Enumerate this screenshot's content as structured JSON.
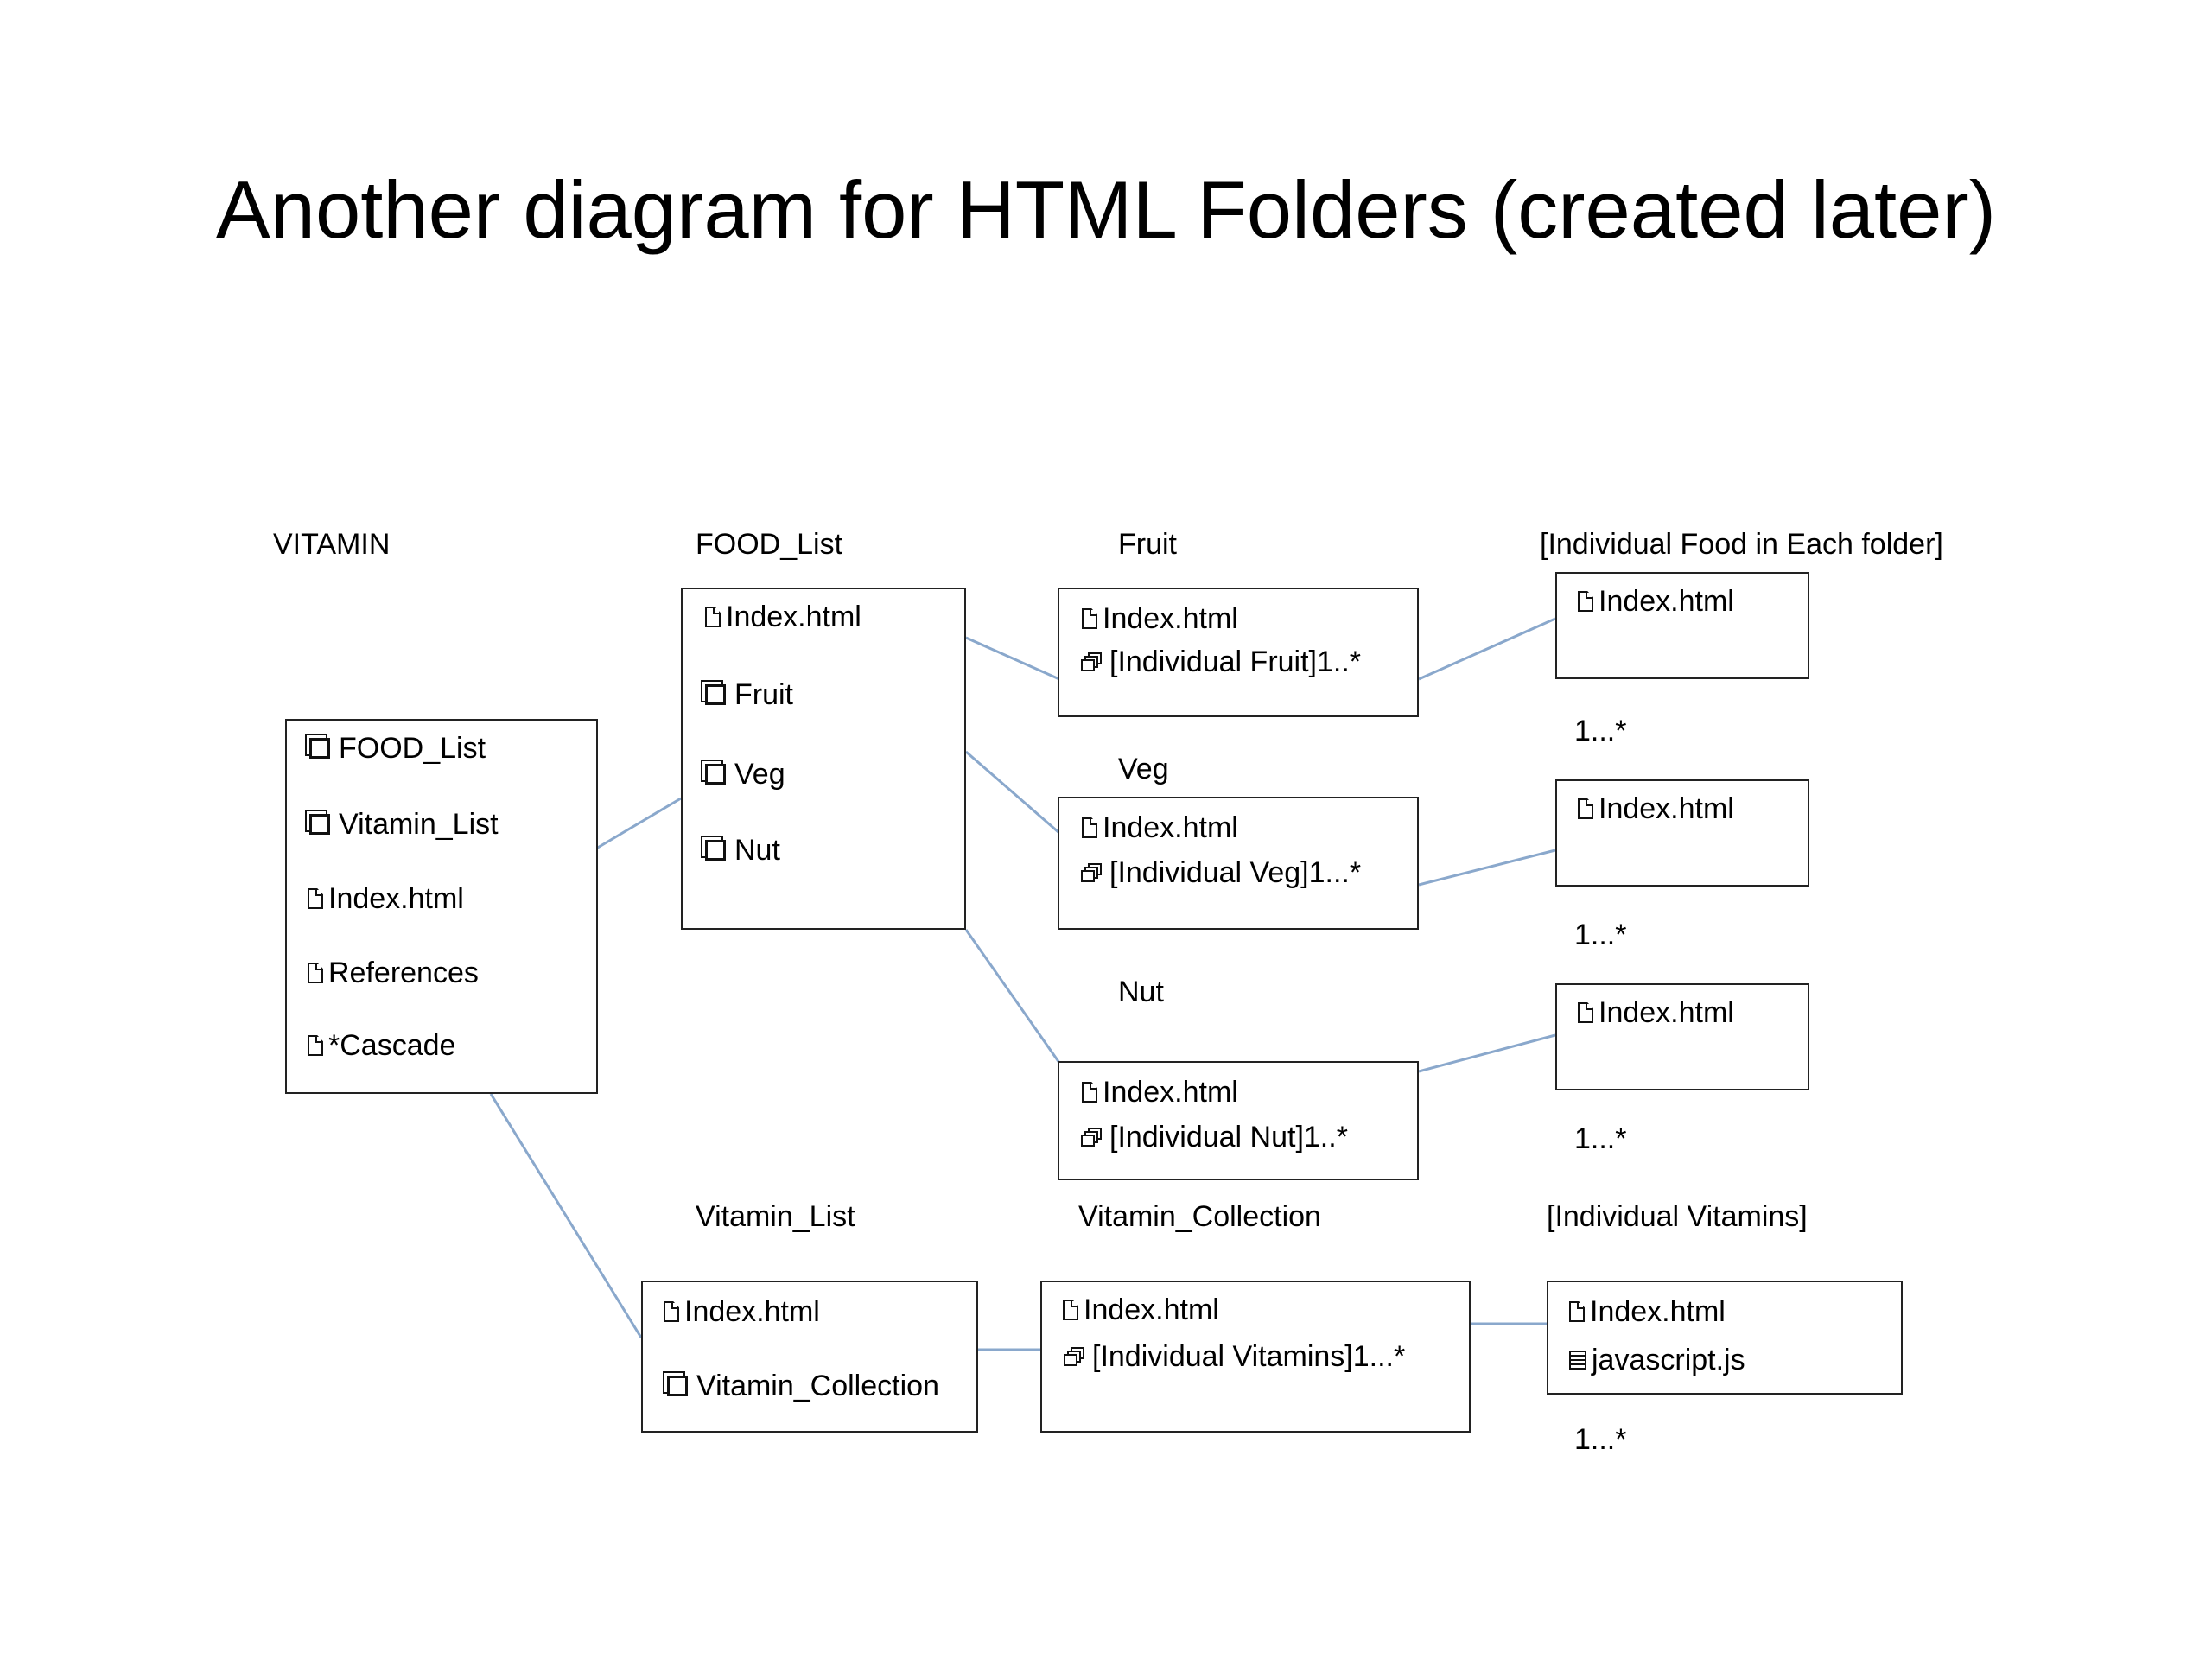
{
  "title": "Another diagram for HTML Folders (created later)",
  "labels": {
    "vitamin": "VITAMIN",
    "food_list": "FOOD_List",
    "fruit": "Fruit",
    "individual_food": "[Individual Food in Each folder]",
    "veg": "Veg",
    "nut": "Nut",
    "vitamin_list": "Vitamin_List",
    "vitamin_collection": "Vitamin_Collection",
    "individual_vitamins": "[Individual Vitamins]"
  },
  "vitamin_box": {
    "items": [
      "FOOD_List",
      "Vitamin_List",
      "Index.html",
      "References",
      "*Cascade"
    ]
  },
  "food_list_box": {
    "items": [
      "Index.html",
      "Fruit",
      "Veg",
      "Nut"
    ]
  },
  "fruit_box": {
    "items": [
      "Index.html",
      "[Individual Fruit]1..*"
    ]
  },
  "veg_box": {
    "items": [
      "Index.html",
      "[Individual Veg]1...*"
    ]
  },
  "nut_box": {
    "items": [
      "Index.html",
      "[Individual Nut]1..*"
    ]
  },
  "food_item_boxes": {
    "index": "Index.html"
  },
  "multiplicity": {
    "fruit": "1...*",
    "veg": "1...*",
    "nut": "1...*",
    "vitamins": "1...*"
  },
  "vitamin_list_box": {
    "items": [
      "Index.html",
      "Vitamin_Collection"
    ]
  },
  "vitamin_collection_box": {
    "items": [
      "Index.html",
      "[Individual Vitamins]1...*"
    ]
  },
  "individual_vitamins_box": {
    "items": [
      "Index.html",
      "javascript.js"
    ]
  },
  "icons": {
    "folder": "folder-icon",
    "file": "file-icon",
    "multi_folder": "multi-folder-icon",
    "script": "script-file-icon"
  },
  "colors": {
    "connector": "#8aa8cc",
    "border": "#222222"
  }
}
